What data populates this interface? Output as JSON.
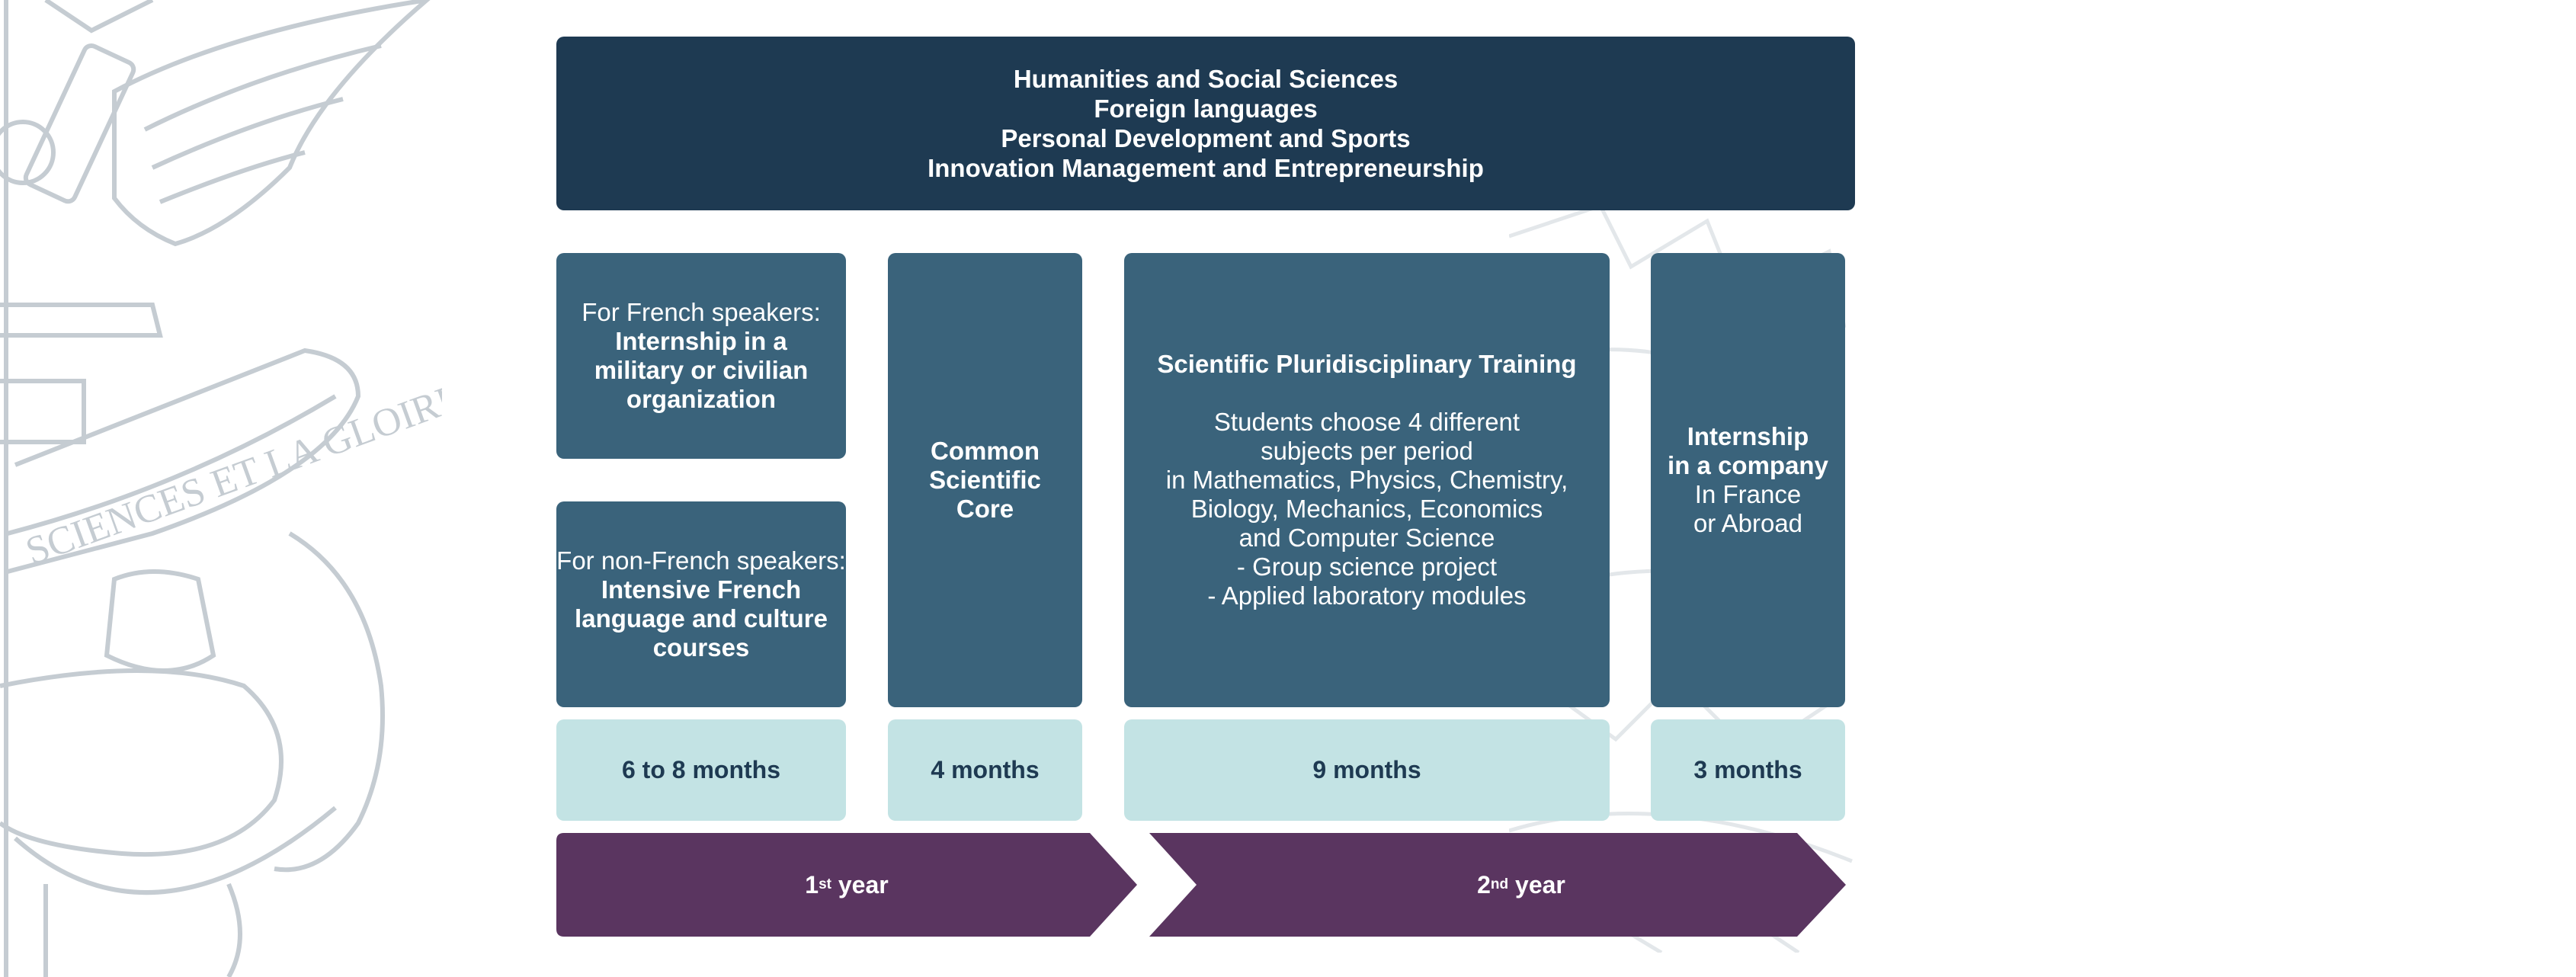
{
  "header": {
    "lines": [
      "Humanities and Social Sciences",
      "Foreign languages",
      "Personal Development and Sports",
      "Innovation Management and Entrepreneurship"
    ]
  },
  "french_speakers": {
    "intro": "For French speakers:",
    "title": "Internship in a military or civilian organization"
  },
  "non_french_speakers": {
    "intro": "For non-French speakers:",
    "title": "Intensive French language and culture courses"
  },
  "common_core": {
    "title": "Common Scientific Core"
  },
  "pluridisciplinary": {
    "title": "Scientific Pluridisciplinary Training",
    "body_lines": [
      "Students choose 4 different",
      "subjects per period",
      "in Mathematics, Physics, Chemistry,",
      "Biology, Mechanics, Economics",
      "and Computer Science",
      "- Group science project",
      "- Applied laboratory modules"
    ]
  },
  "company_internship": {
    "title_line1": "Internship",
    "title_line2": "in a company",
    "line3": "In France",
    "line4": "or Abroad"
  },
  "durations": {
    "first": "6 to 8 months",
    "second": "4 months",
    "third": "9 months",
    "fourth": "3 months"
  },
  "years": {
    "first_num": "1",
    "first_sup": "st",
    "first_word": "year",
    "second_num": "2",
    "second_sup": "nd",
    "second_word": "year"
  },
  "crest_banner_text": "SCIENCES ET LA GLOIRE",
  "colors": {
    "header_bg": "#1e3a52",
    "block_bg": "#3a637b",
    "duration_bg": "#c3e3e4",
    "year_bg": "#5a3560",
    "crest_line": "#c5ccd2"
  }
}
